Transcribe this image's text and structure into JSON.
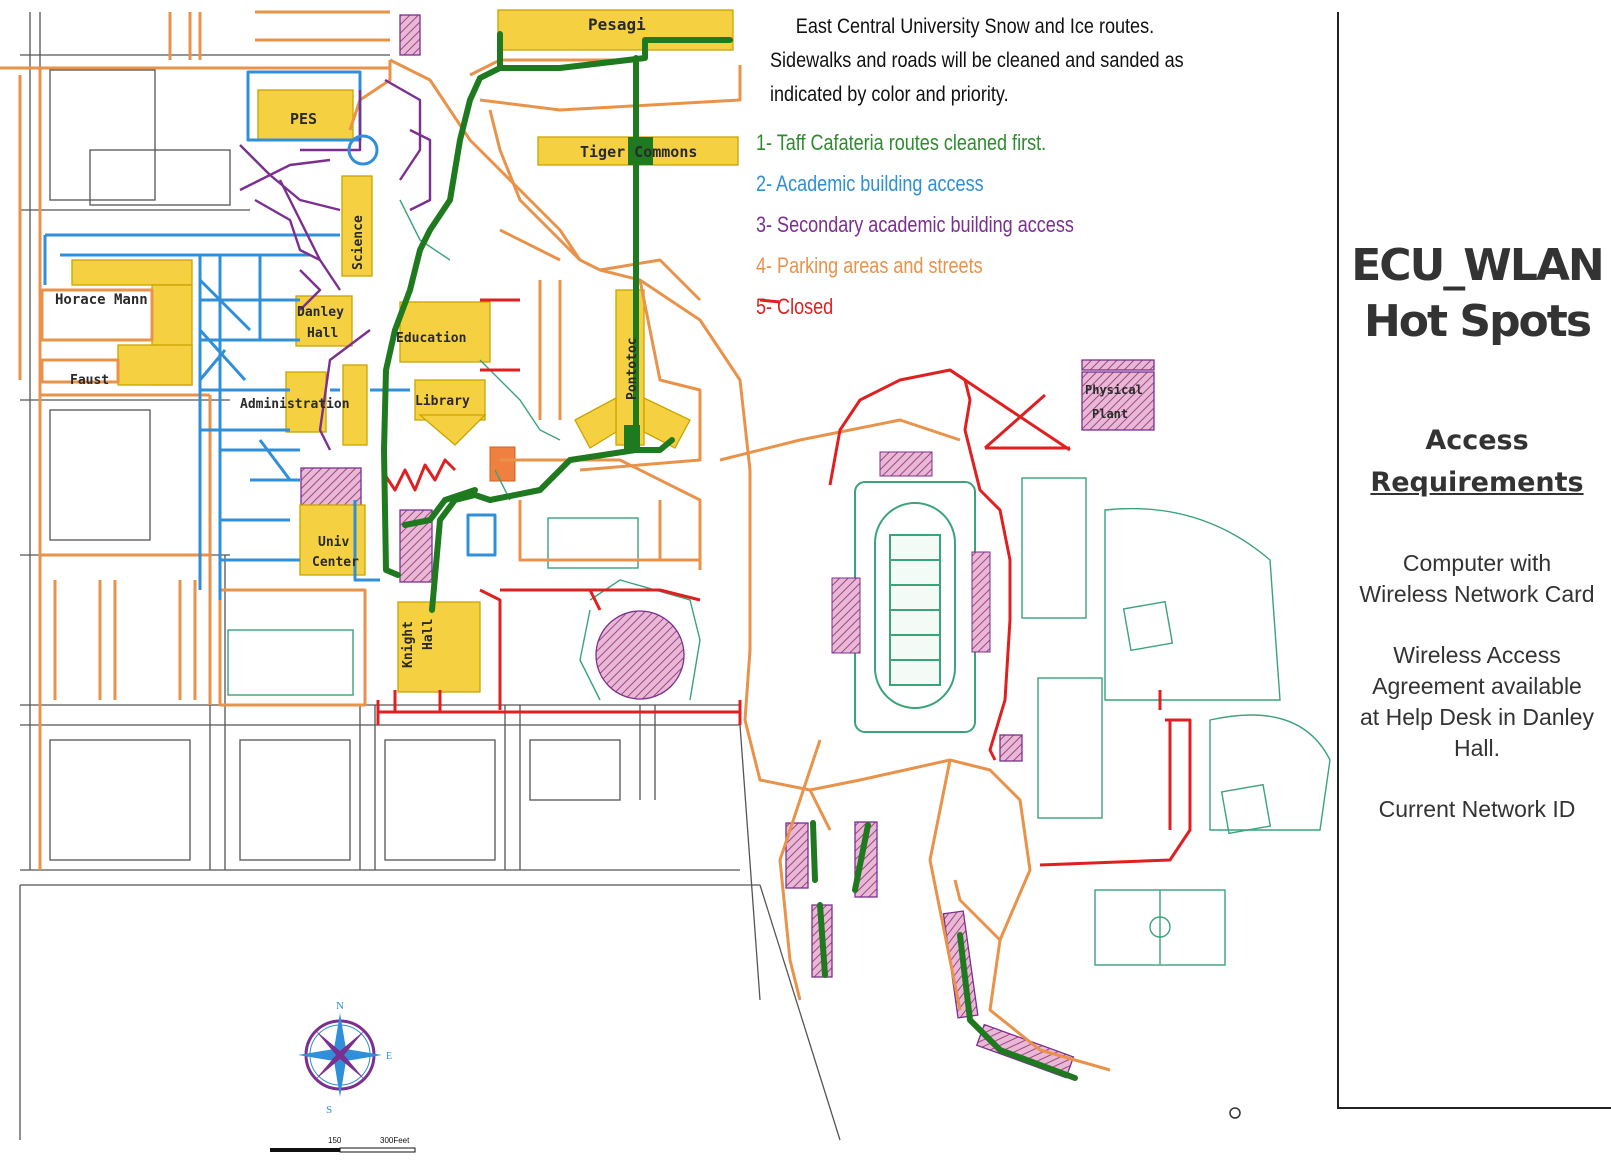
{
  "title": {
    "line1": "East Central University Snow and Ice routes.",
    "line2": "Sidewalks and roads will be cleaned and sanded as",
    "line3": "indicated by color and priority."
  },
  "legend": [
    {
      "label": "1- Taff Cafateria routes cleaned first.",
      "color": "#2e8b2e"
    },
    {
      "label": "2- Academic building access",
      "color": "#2f8fd8"
    },
    {
      "label": "3- Secondary academic building access",
      "color": "#7b2f8f"
    },
    {
      "label": "4- Parking areas and streets",
      "color": "#e8924a"
    },
    {
      "label": "5- Closed",
      "color": "#e02020"
    }
  ],
  "hotspots": {
    "title_line1": "ECU_WLAN",
    "title_line2": "Hot Spots",
    "access_line1": "Access",
    "access_line2": "Requirements",
    "req1_line1": "Computer with",
    "req1_line2": "Wireless Network Card",
    "req2_line1": "Wireless Access",
    "req2_line2": "Agreement available",
    "req2_line3": "at Help Desk in Danley",
    "req2_line4": "Hall.",
    "req3": "Current Network ID"
  },
  "buildings": {
    "pesagi": "Pesagi",
    "pes": "PES",
    "tiger_commons": "Tiger Commons",
    "science": "Science",
    "horace_mann": "Horace Mann",
    "danley_hall_1": "Danley",
    "danley_hall_2": "Hall",
    "education": "Education",
    "faust": "Faust",
    "administration": "Administration",
    "library": "Library",
    "pontotoc": "Pontotoc",
    "univ_center_1": "Univ",
    "univ_center_2": "Center",
    "knight_hall_1": "Knight",
    "knight_hall_2": "Hall",
    "physical_plant_1": "Physical",
    "physical_plant_2": "Plant"
  },
  "compass": {
    "n": "N",
    "e": "E",
    "s": "S"
  },
  "scale": {
    "mid": "150",
    "end": "300Feet"
  },
  "colors": {
    "green": "#2e8b2e",
    "blue": "#2f8fd8",
    "purple": "#7b2f8f",
    "orange": "#e8924a",
    "red": "#e02020",
    "building": "#f5d142",
    "hatch": "#c77bb0",
    "teal": "#3aa37a"
  }
}
